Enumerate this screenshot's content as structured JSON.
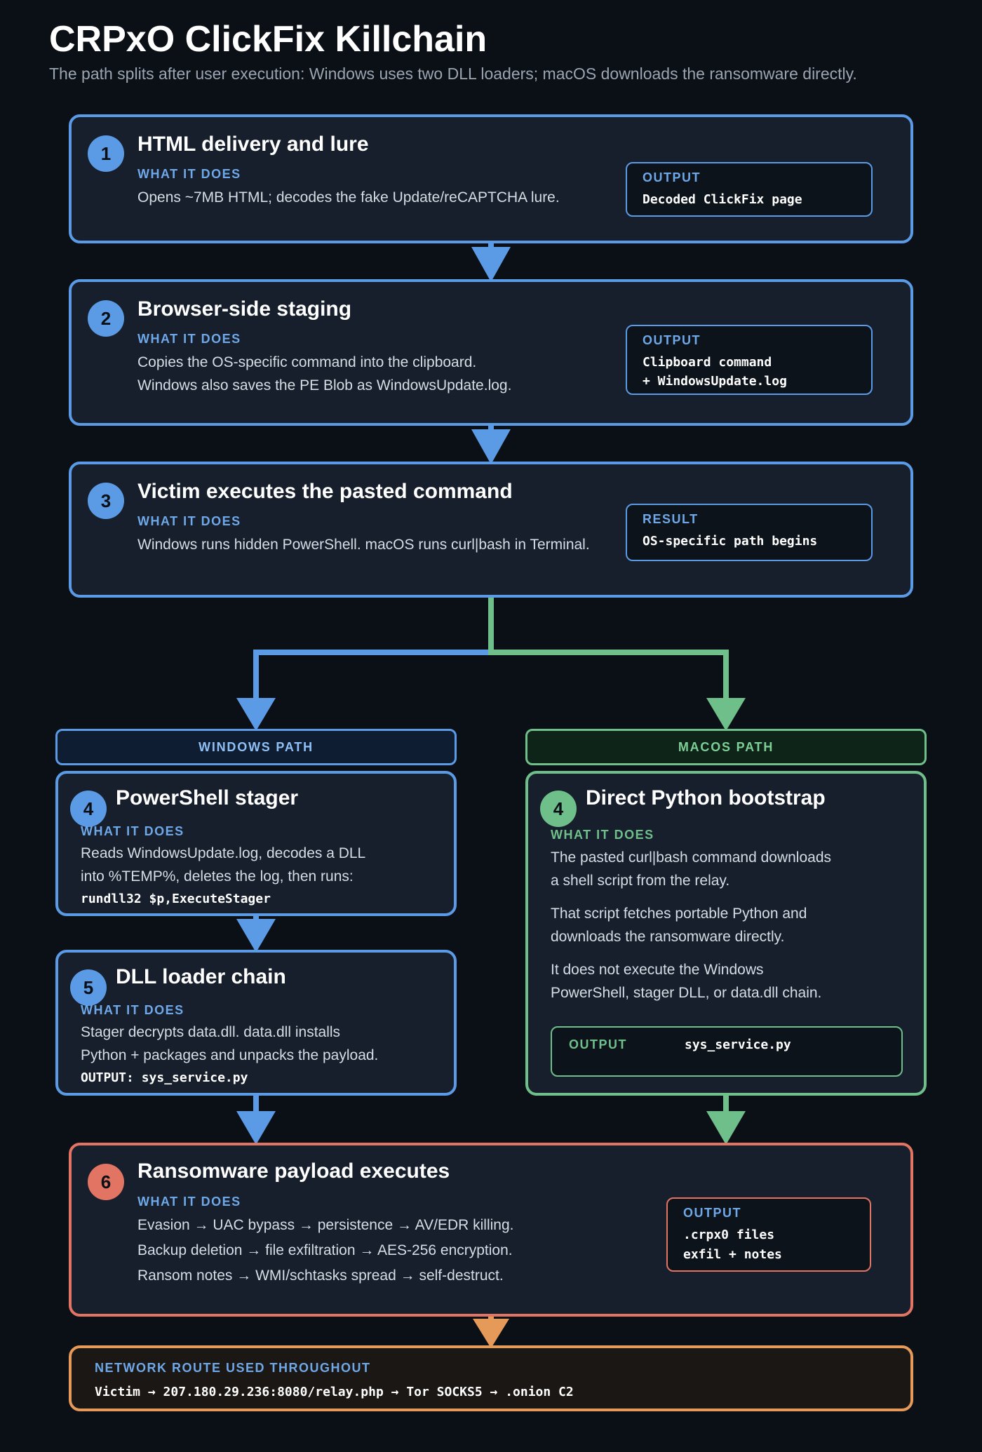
{
  "title": "CRPxO ClickFix Killchain",
  "subtitle": "The path splits after user execution: Windows uses two DLL loaders; macOS downloads the ransomware directly.",
  "colors": {
    "blue": "#5b9be6",
    "green": "#6fbf8a",
    "red": "#e27463",
    "orange": "#e59a5a",
    "background": "#0b0f16"
  },
  "steps": [
    {
      "num": "1",
      "title": "HTML delivery and lure",
      "label": "WHAT IT DOES",
      "lines": [
        "Opens ~7MB HTML; decodes the fake Update/reCAPTCHA lure."
      ],
      "box_label": "OUTPUT",
      "box_lines": [
        "Decoded ClickFix page"
      ]
    },
    {
      "num": "2",
      "title": "Browser-side staging",
      "label": "WHAT IT DOES",
      "lines": [
        "Copies the OS-specific command into the clipboard.",
        "Windows also saves the PE Blob as WindowsUpdate.log."
      ],
      "box_label": "OUTPUT",
      "box_lines": [
        "Clipboard command",
        "+ WindowsUpdate.log"
      ]
    },
    {
      "num": "3",
      "title": "Victim executes the pasted command",
      "label": "WHAT IT DOES",
      "lines": [
        "Windows runs hidden PowerShell. macOS runs curl|bash in Terminal."
      ],
      "box_label": "RESULT",
      "box_lines": [
        "OS-specific path begins"
      ]
    }
  ],
  "windows": {
    "header": "WINDOWS PATH",
    "step4": {
      "num": "4",
      "title": "PowerShell stager",
      "label": "WHAT IT DOES",
      "lines": [
        "Reads WindowsUpdate.log, decodes a DLL",
        "into %TEMP%, deletes the log, then runs:"
      ],
      "code": "rundll32 $p,ExecuteStager"
    },
    "step5": {
      "num": "5",
      "title": "DLL loader chain",
      "label": "WHAT IT DOES",
      "lines": [
        "Stager decrypts data.dll. data.dll installs",
        "Python + packages and unpacks the payload."
      ],
      "code": "OUTPUT: sys_service.py"
    }
  },
  "macos": {
    "header": "MACOS PATH",
    "step4": {
      "num": "4",
      "title": "Direct Python bootstrap",
      "label": "WHAT IT DOES",
      "para1": [
        "The pasted curl|bash command downloads",
        "a shell script from the relay."
      ],
      "para2": [
        "That script fetches portable Python and",
        "downloads the ransomware directly."
      ],
      "para3": [
        "It does not execute the Windows",
        "PowerShell, stager DLL, or data.dll chain."
      ],
      "box_label": "OUTPUT",
      "box_value": "sys_service.py"
    }
  },
  "step6": {
    "num": "6",
    "title": "Ransomware payload executes",
    "label": "WHAT IT DOES",
    "lines": [
      "Evasion → UAC bypass → persistence → AV/EDR killing.",
      "Backup deletion → file exfiltration → AES-256 encryption.",
      "Ransom notes → WMI/schtasks spread → self-destruct."
    ],
    "box_label": "OUTPUT",
    "box_lines": [
      ".crpx0 files",
      "exfil + notes"
    ]
  },
  "network": {
    "label": "NETWORK ROUTE USED THROUGHOUT",
    "route": "Victim → 207.180.29.236:8080/relay.php → Tor SOCKS5 → .onion C2"
  }
}
